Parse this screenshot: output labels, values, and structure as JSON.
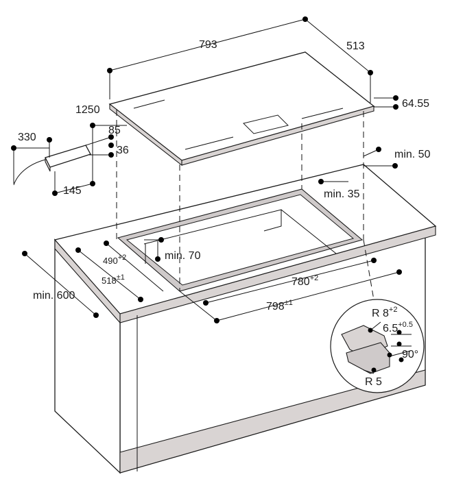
{
  "dimensions": {
    "hob_width": "793",
    "hob_depth": "513",
    "cable_length": "1250",
    "hob_height": "64.55",
    "box_length": "330",
    "box_width": "85",
    "box_height": "36",
    "box_depth": "145",
    "min_50": "min. 50",
    "min_35": "min. 35",
    "cutout_depth": "490",
    "cutout_depth_tol": "+2",
    "min_70": "min. 70",
    "rebate_depth": "518",
    "rebate_depth_tol": "±1",
    "cutout_width": "780",
    "cutout_width_tol": "+2",
    "worktop_min": "min. 600",
    "rebate_width": "798",
    "rebate_width_tol": "±1"
  },
  "detail": {
    "radius_outer": "R 8",
    "radius_outer_tol": "+2",
    "rebate_height": "6.5",
    "rebate_height_tol": "+0.5",
    "angle": "90°",
    "radius_inner": "R 5"
  }
}
